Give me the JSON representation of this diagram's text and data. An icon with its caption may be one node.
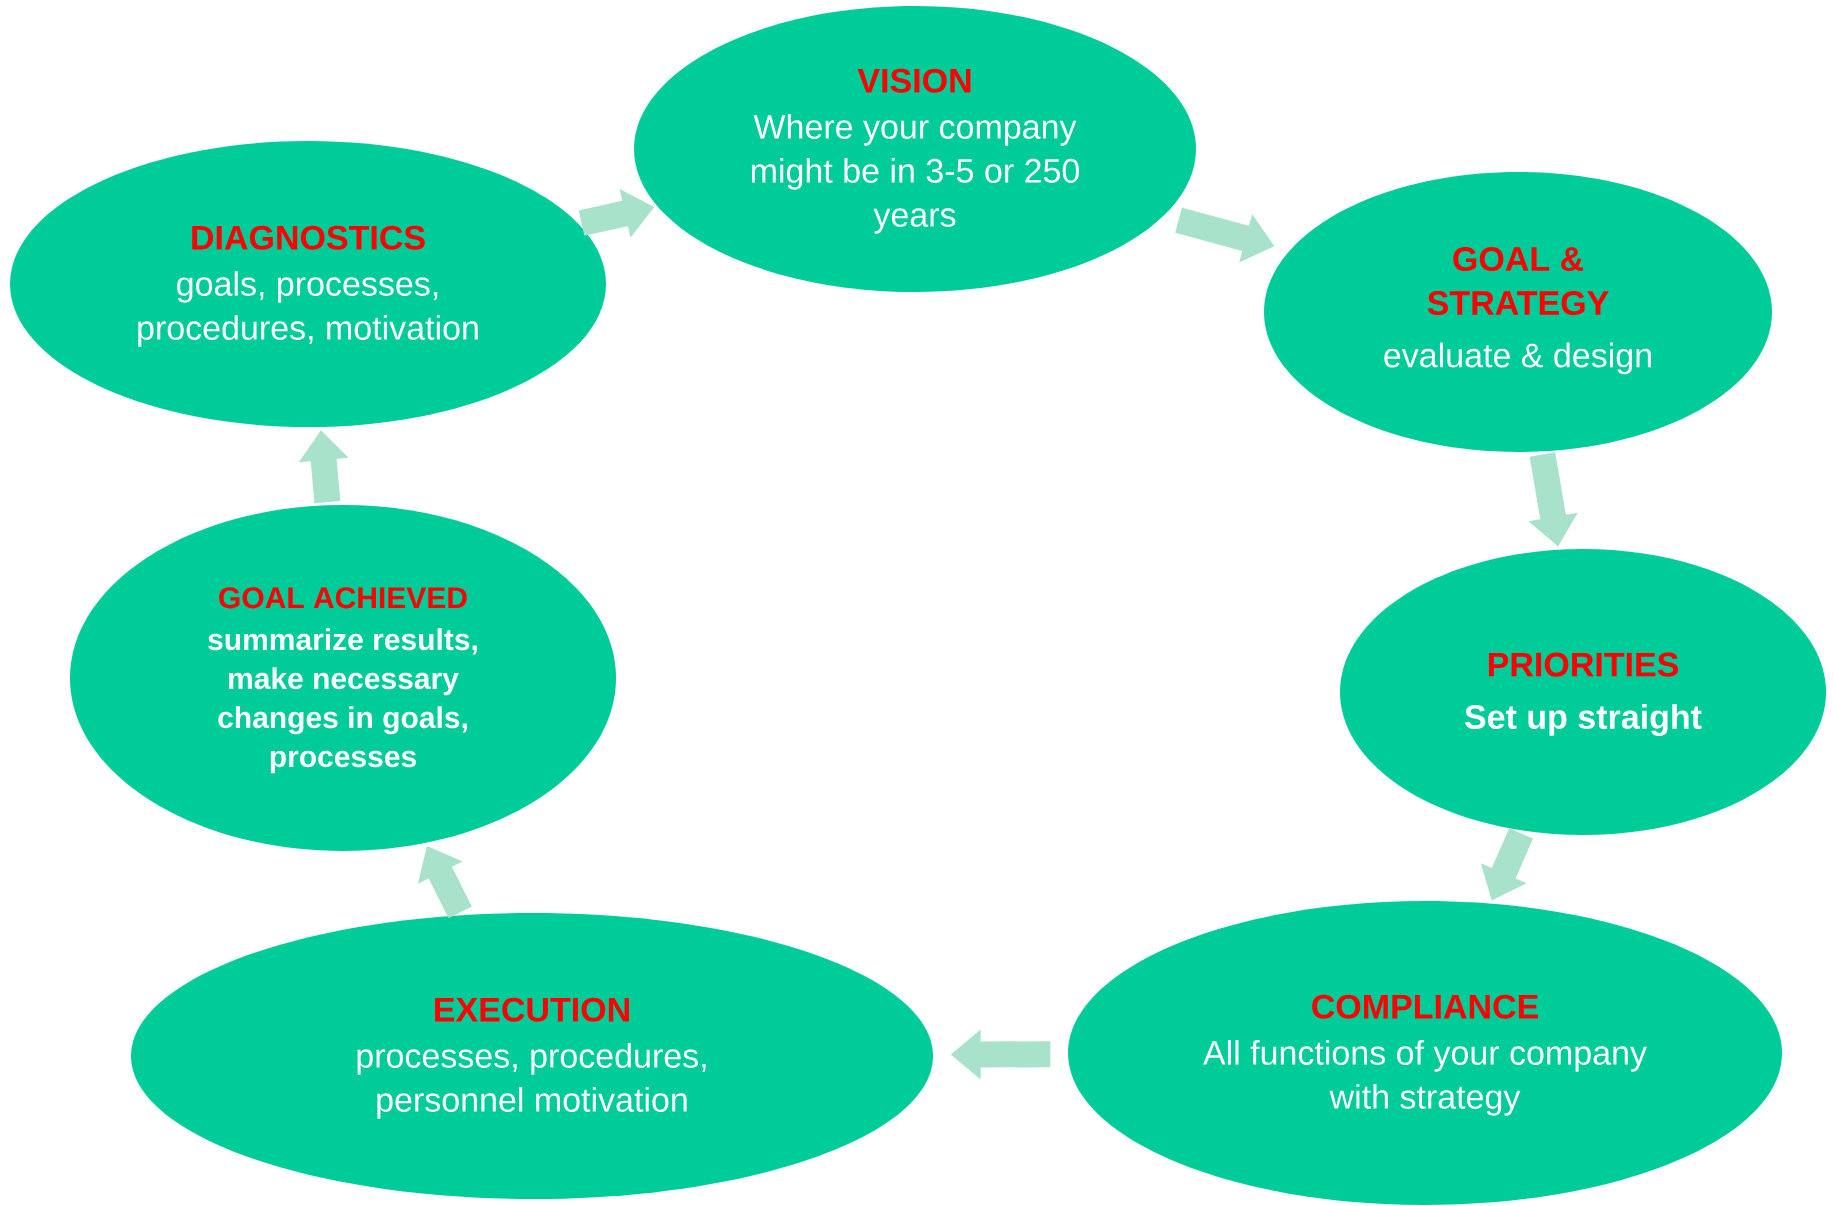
{
  "diagram": {
    "nodes": [
      {
        "text": [
          "VISION",
          "Where your company might be in 3-5 or 250 years"
        ]
      },
      {
        "text": [
          "GOAL & STRATEGY",
          "evaluate & design"
        ]
      },
      {
        "text": [
          "PRIORITIES",
          "Set up straight"
        ]
      },
      {
        "text": [
          "COMPLIANCE",
          "All functions of your company with strategy"
        ]
      },
      {
        "text": [
          "EXECUTION",
          "processes, procedures, personnel motivation"
        ]
      },
      {
        "text": [
          "GOAL ACHIEVED",
          "summarize results, make necessary changes in goals, processes"
        ]
      },
      {
        "text": [
          "DIAGNOSTICS",
          "goals, processes, procedures, motivation"
        ]
      }
    ],
    "edges": [
      {
        "from": 0,
        "to": 1,
        "arrow": "to"
      },
      {
        "from": 1,
        "to": 2,
        "arrow": "to"
      },
      {
        "from": 2,
        "to": 3,
        "arrow": "to"
      },
      {
        "from": 3,
        "to": 4,
        "arrow": "to"
      },
      {
        "from": 4,
        "to": 5,
        "arrow": "to"
      },
      {
        "from": 5,
        "to": 6,
        "arrow": "to"
      },
      {
        "from": 6,
        "to": 0,
        "arrow": "to"
      }
    ]
  }
}
